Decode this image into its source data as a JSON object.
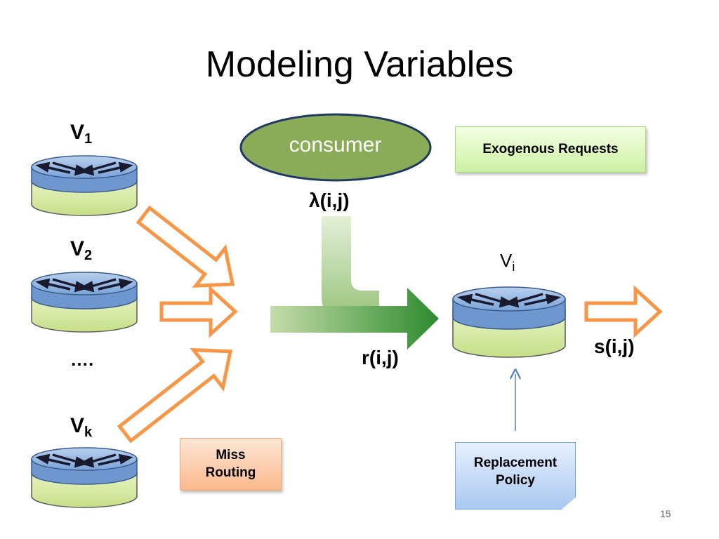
{
  "title": "Modeling Variables",
  "nodes": {
    "v1": "V",
    "v1_sub": "1",
    "v2": "V",
    "v2_sub": "2",
    "ellipsis": "….",
    "vk": "V",
    "vk_sub": "k",
    "vi": "V",
    "vi_sub": "i"
  },
  "consumer": "consumer",
  "labels": {
    "lambda": "λ(i,j)",
    "r": "r(i,j)",
    "s": "s(i,j)"
  },
  "boxes": {
    "exogenous": "Exogenous Requests",
    "miss_line1": "Miss",
    "miss_line2": "Routing",
    "repl_line1": "Replacement",
    "repl_line2": "Policy"
  },
  "page_number": "15",
  "colors": {
    "router_top": "#8db3e2",
    "router_base": "#d7e9a1",
    "consumer_fill": "#8aac58",
    "consumer_stroke": "#1f3864",
    "hollow_arrow": "#f79646",
    "flow_arrow_dark": "#2e8b2e",
    "flow_arrow_light": "#c9deb2"
  }
}
